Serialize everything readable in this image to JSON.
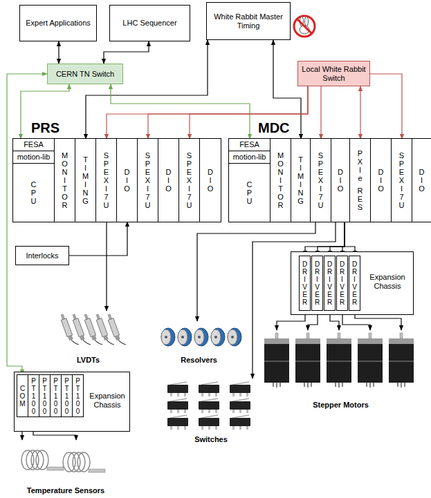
{
  "diagram": {
    "nodes": [
      {
        "text": [
          "Expert Applications"
        ]
      },
      {
        "text": [
          "LHC Sequencer"
        ]
      },
      {
        "text": [
          "White Rabbit Master Timing"
        ]
      },
      {
        "text": [
          "CERN TN Switch"
        ]
      },
      {
        "text": [
          "Local White Rabbit Switch"
        ]
      },
      {
        "text": [
          "PRS"
        ]
      },
      {
        "text": [
          "CPU"
        ],
        "in": 5
      },
      {
        "text": [
          "FESA"
        ],
        "in": 6
      },
      {
        "text": [
          "motion-lib"
        ],
        "in": 6
      },
      {
        "text": [
          "MONITOR"
        ],
        "in": 5
      },
      {
        "text": [
          "TIMING"
        ],
        "in": 5
      },
      {
        "text": [
          "SPEXI7U"
        ],
        "in": 5
      },
      {
        "text": [
          "DIO"
        ],
        "in": 5
      },
      {
        "text": [
          "SPEXI7U"
        ],
        "in": 5
      },
      {
        "text": [
          "DIO"
        ],
        "in": 5
      },
      {
        "text": [
          "SPEXI7U"
        ],
        "in": 5
      },
      {
        "text": [
          "DIO"
        ],
        "in": 5
      },
      {
        "text": [
          "MDC"
        ]
      },
      {
        "text": [
          "CPU"
        ],
        "in": 17
      },
      {
        "text": [
          "FESA"
        ],
        "in": 18
      },
      {
        "text": [
          "motion-lib"
        ],
        "in": 18
      },
      {
        "text": [
          "MONITOR"
        ],
        "in": 17
      },
      {
        "text": [
          "TIMING"
        ],
        "in": 17
      },
      {
        "text": [
          "SPEXI7U"
        ],
        "in": 17
      },
      {
        "text": [
          "DIO"
        ],
        "in": 17
      },
      {
        "text": [
          "PXIe RES"
        ],
        "in": 17
      },
      {
        "text": [
          "DIO"
        ],
        "in": 17
      },
      {
        "text": [
          "SPEXI7U"
        ],
        "in": 17
      },
      {
        "text": [
          "DIO"
        ],
        "in": 17
      },
      {
        "text": [
          "Interlocks"
        ]
      },
      {
        "text": [
          "Expansion Chassis"
        ]
      },
      {
        "text": [
          "DRIVER"
        ],
        "in": 30
      },
      {
        "text": [
          "DRIVER"
        ],
        "in": 30
      },
      {
        "text": [
          "DRIVER"
        ],
        "in": 30
      },
      {
        "text": [
          "DRIVER"
        ],
        "in": 30
      },
      {
        "text": [
          "DRIVER"
        ],
        "in": 30
      },
      {
        "text": [
          "LVDTs"
        ]
      },
      {
        "text": [
          "Resolvers"
        ]
      },
      {
        "text": [
          "Stepper Motors"
        ]
      },
      {
        "text": [
          "Switches"
        ]
      },
      {
        "text": [
          "Expansion Chassis"
        ]
      },
      {
        "text": [
          "COM"
        ],
        "in": 40
      },
      {
        "text": [
          "PT100"
        ],
        "in": 40
      },
      {
        "text": [
          "PT100"
        ],
        "in": 40
      },
      {
        "text": [
          "PT100"
        ],
        "in": 40
      },
      {
        "text": [
          "PT100"
        ],
        "in": 40
      },
      {
        "text": [
          "PT100"
        ],
        "in": 40
      },
      {
        "text": [
          "Temperature Sensors"
        ]
      }
    ],
    "edges": [
      {
        "from": 0,
        "to": 3,
        "arrow": "both"
      },
      {
        "from": 1,
        "to": 3,
        "arrow": "both"
      },
      {
        "from": 2,
        "to": 10,
        "arrow": "both"
      },
      {
        "from": 2,
        "to": 22,
        "arrow": "both"
      },
      {
        "from": 3,
        "to": 7,
        "arrow": "both"
      },
      {
        "from": 3,
        "to": 19,
        "arrow": "both"
      },
      {
        "from": 3,
        "to": 41,
        "arrow": "both"
      },
      {
        "from": 4,
        "to": 11,
        "arrow": "to"
      },
      {
        "from": 4,
        "to": 13,
        "arrow": "to"
      },
      {
        "from": 4,
        "to": 15,
        "arrow": "to"
      },
      {
        "from": 4,
        "to": 23,
        "arrow": "to"
      },
      {
        "from": 4,
        "to": 25,
        "arrow": "both"
      },
      {
        "from": 4,
        "to": 27,
        "arrow": "to"
      },
      {
        "from": 29,
        "to": 12,
        "arrow": "to"
      },
      {
        "from": 11,
        "to": 36,
        "arrow": "to"
      },
      {
        "from": 23,
        "to": 37,
        "arrow": "to"
      },
      {
        "from": 24,
        "to": 39,
        "arrow": "to"
      },
      {
        "from": 24,
        "to": 31,
        "arrow": "to"
      },
      {
        "from": 24,
        "to": 32,
        "arrow": "to"
      },
      {
        "from": 24,
        "to": 33,
        "arrow": "to"
      },
      {
        "from": 24,
        "to": 34,
        "arrow": "to"
      },
      {
        "from": 24,
        "to": 35,
        "arrow": "to"
      },
      {
        "from": 31,
        "to": 38,
        "arrow": "to"
      },
      {
        "from": 32,
        "to": 38,
        "arrow": "to"
      },
      {
        "from": 33,
        "to": 38,
        "arrow": "to"
      },
      {
        "from": 34,
        "to": 38,
        "arrow": "to"
      },
      {
        "from": 35,
        "to": 38,
        "arrow": "to"
      },
      {
        "from": 41,
        "to": 47,
        "arrow": "to"
      },
      {
        "from": 42,
        "to": 47,
        "arrow": "to"
      }
    ]
  }
}
